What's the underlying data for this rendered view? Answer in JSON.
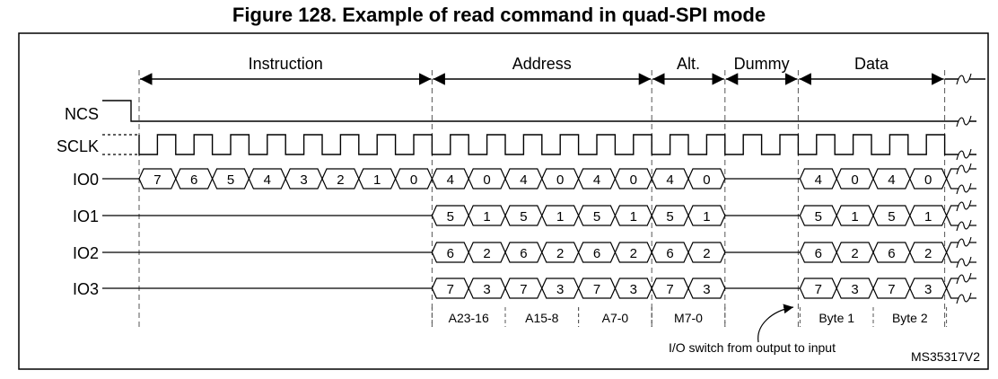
{
  "title": "Figure 128. Example of read command in quad-SPI mode",
  "phases": [
    {
      "label": "Instruction"
    },
    {
      "label": "Address"
    },
    {
      "label": "Alt."
    },
    {
      "label": "Dummy"
    },
    {
      "label": "Data"
    }
  ],
  "signals": [
    "NCS",
    "SCLK",
    "IO0",
    "IO1",
    "IO2",
    "IO3"
  ],
  "io_nibbles": {
    "IO0": {
      "instruction": [
        "7",
        "6",
        "5",
        "4",
        "3",
        "2",
        "1",
        "0"
      ],
      "address": [
        "4",
        "0",
        "4",
        "0",
        "4",
        "0"
      ],
      "alt": [
        "4",
        "0"
      ],
      "data": [
        "4",
        "0",
        "4",
        "0"
      ]
    },
    "IO1": {
      "address": [
        "5",
        "1",
        "5",
        "1",
        "5",
        "1"
      ],
      "alt": [
        "5",
        "1"
      ],
      "data": [
        "5",
        "1",
        "5",
        "1"
      ]
    },
    "IO2": {
      "address": [
        "6",
        "2",
        "6",
        "2",
        "6",
        "2"
      ],
      "alt": [
        "6",
        "2"
      ],
      "data": [
        "6",
        "2",
        "6",
        "2"
      ]
    },
    "IO3": {
      "address": [
        "7",
        "3",
        "7",
        "3",
        "7",
        "3"
      ],
      "alt": [
        "7",
        "3"
      ],
      "data": [
        "7",
        "3",
        "7",
        "3"
      ]
    }
  },
  "bottom_labels": [
    "A23-16",
    "A15-8",
    "A7-0",
    "M7-0",
    "Byte 1",
    "Byte 2"
  ],
  "annotation": "I/O switch from output to input",
  "figure_id": "MS35317V2"
}
